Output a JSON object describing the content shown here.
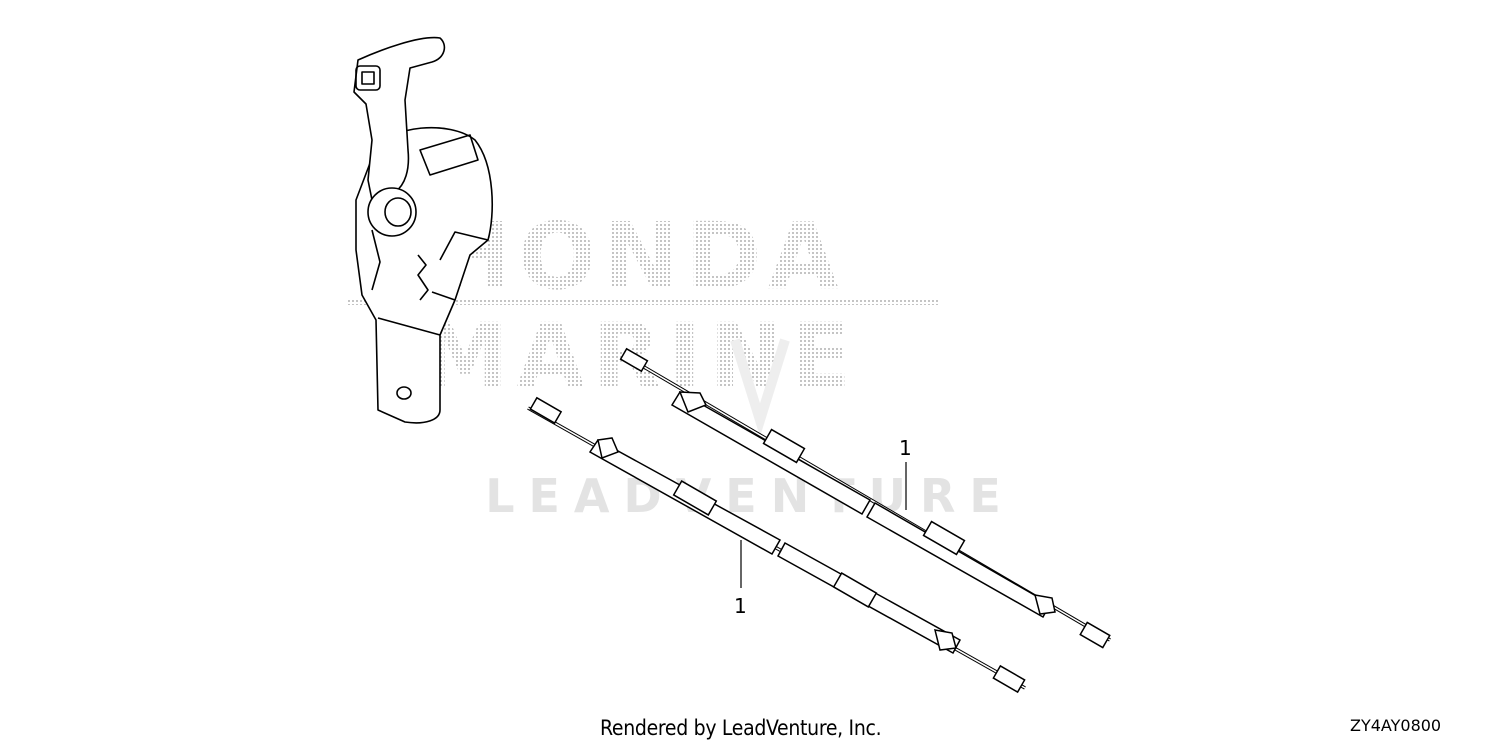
{
  "diagram": {
    "callouts": [
      {
        "label": "1"
      },
      {
        "label": "1"
      }
    ]
  },
  "watermarks": {
    "brand_top": "HONDA",
    "brand_bottom": "MARINE",
    "vendor": "LEADVENTURE"
  },
  "footer": {
    "credit": "Rendered by LeadVenture, Inc.",
    "diagram_code": "ZY4AY0800"
  }
}
